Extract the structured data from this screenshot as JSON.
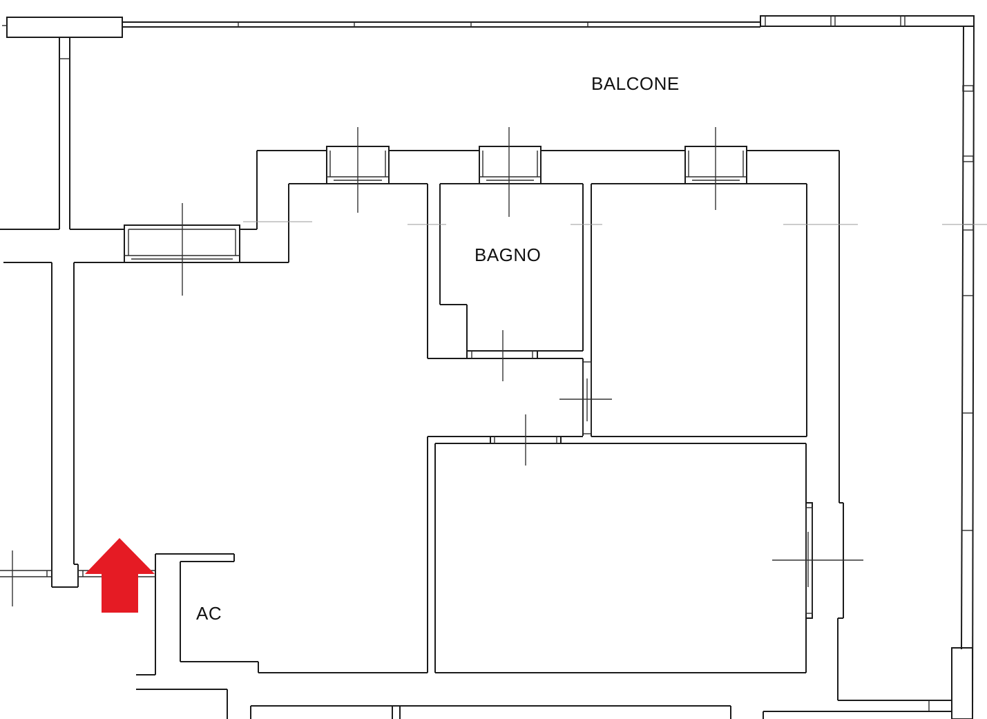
{
  "rooms": {
    "balcone": "BALCONE",
    "bagno": "BAGNO",
    "ac": "AC"
  },
  "marker": {
    "icon": "entrance-arrow-icon",
    "color": "#e51b24"
  }
}
